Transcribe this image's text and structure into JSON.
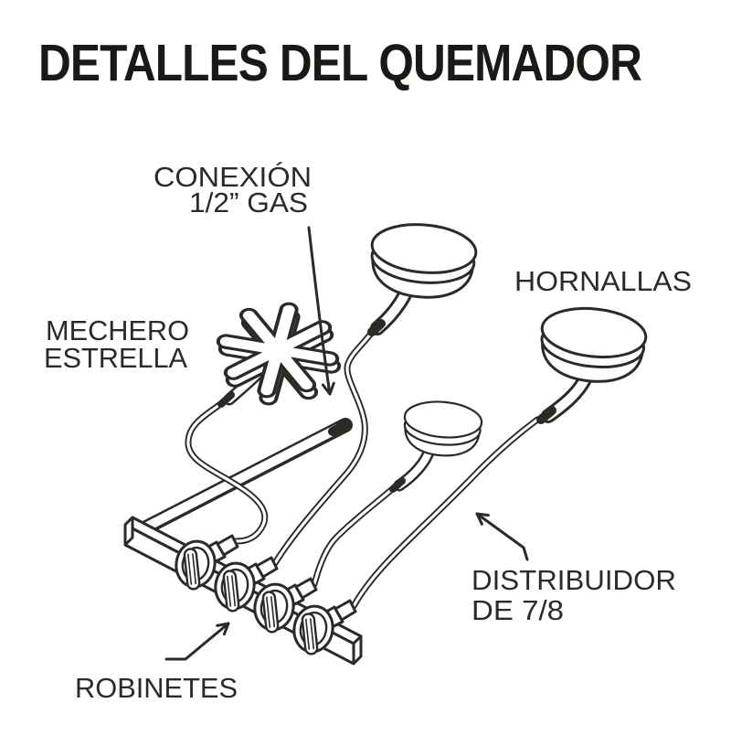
{
  "title": "DETALLES DEL QUEMADOR",
  "labels": {
    "conexion": {
      "line1": "CONEXIÓN",
      "line2": "1/2” GAS"
    },
    "hornallas": "HORNALLAS",
    "mechero": {
      "line1": "MECHERO",
      "line2": "ESTRELLA"
    },
    "distribuidor": {
      "line1": "DISTRIBUIDOR",
      "line2": "DE 7/8"
    },
    "robinetes": "ROBINETES"
  },
  "colors": {
    "ink": "#2b2a27",
    "title_ink": "#1a1916",
    "background": "#ffffff"
  },
  "diagram": {
    "burner_head_count": 3,
    "star_burner_count": 1,
    "valve_count": 4
  }
}
